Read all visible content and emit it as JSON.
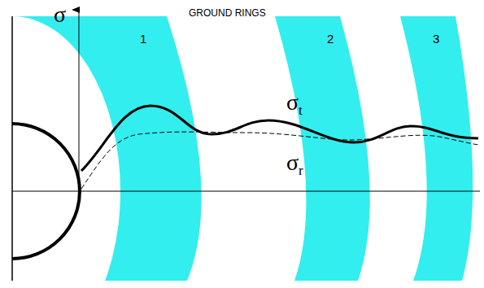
{
  "diagram": {
    "labels": [
      "σ",
      "GROUND RINGS",
      "1",
      "2",
      "3",
      "σt",
      "σr"
    ]
  }
}
